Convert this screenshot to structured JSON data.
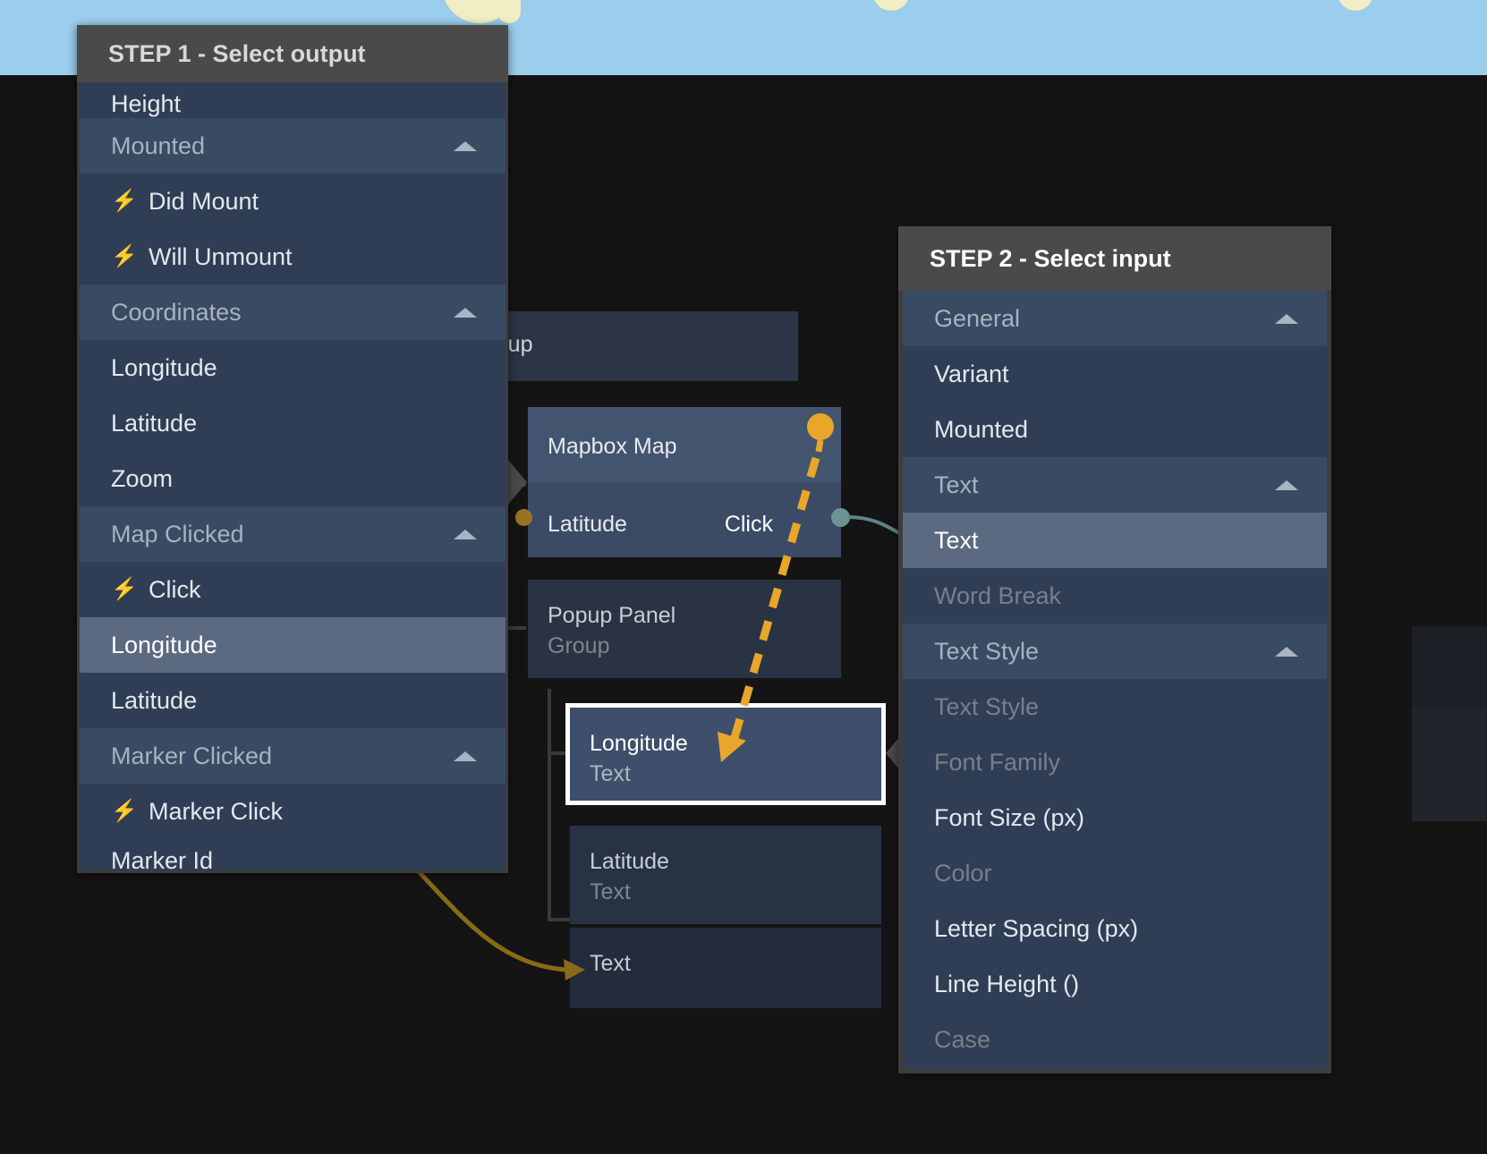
{
  "background": {
    "sky_color": "#9bcdec",
    "canvas_color": "#141414"
  },
  "graph": {
    "nodes": [
      {
        "id": "group",
        "title": "Group",
        "subtitle": ""
      },
      {
        "id": "mapbox",
        "title": "Mapbox Map",
        "subtitle": ""
      },
      {
        "id": "popup",
        "title": "Popup Panel",
        "subtitle": "Group"
      },
      {
        "id": "longitude",
        "title": "Longitude",
        "subtitle": "Text",
        "selected": true
      },
      {
        "id": "latitude",
        "title": "Latitude",
        "subtitle": "Text"
      },
      {
        "id": "text",
        "title": "Text",
        "subtitle": ""
      }
    ],
    "mapbox_ports": {
      "input_label": "Latitude",
      "output_label": "Click",
      "input_port_color": "#9a7224",
      "output_port_color": "#6d9395"
    },
    "connection_arrow_color": "#e8a72a",
    "hint_arrow_color": "#8a6a18"
  },
  "step1": {
    "header": "STEP 1 - Select output",
    "items": [
      {
        "label": "Height",
        "type": "item",
        "clipped": true
      },
      {
        "label": "Mounted",
        "type": "group",
        "caret": true
      },
      {
        "label": "Did Mount",
        "type": "item",
        "icon": "bolt-icon"
      },
      {
        "label": "Will Unmount",
        "type": "item",
        "icon": "bolt-icon"
      },
      {
        "label": "Coordinates",
        "type": "group",
        "caret": true
      },
      {
        "label": "Longitude",
        "type": "item"
      },
      {
        "label": "Latitude",
        "type": "item"
      },
      {
        "label": "Zoom",
        "type": "item"
      },
      {
        "label": "Map Clicked",
        "type": "group",
        "caret": true
      },
      {
        "label": "Click",
        "type": "item",
        "icon": "bolt-icon"
      },
      {
        "label": "Longitude",
        "type": "item",
        "selected": true
      },
      {
        "label": "Latitude",
        "type": "item"
      },
      {
        "label": "Marker Clicked",
        "type": "group",
        "caret": true
      },
      {
        "label": "Marker Click",
        "type": "item",
        "icon": "bolt-icon"
      },
      {
        "label": "Marker Id",
        "type": "item",
        "clipped": true
      }
    ]
  },
  "step2": {
    "header": "STEP 2 - Select input",
    "items": [
      {
        "label": "General",
        "type": "group",
        "caret": true
      },
      {
        "label": "Variant",
        "type": "item"
      },
      {
        "label": "Mounted",
        "type": "item"
      },
      {
        "label": "Text",
        "type": "group",
        "caret": true
      },
      {
        "label": "Text",
        "type": "item",
        "selected": true
      },
      {
        "label": "Word Break",
        "type": "item",
        "disabled": true
      },
      {
        "label": "Text Style",
        "type": "group",
        "caret": true
      },
      {
        "label": "Text Style",
        "type": "item",
        "disabled": true
      },
      {
        "label": "Font Family",
        "type": "item",
        "disabled": true
      },
      {
        "label": "Font Size (px)",
        "type": "item"
      },
      {
        "label": "Color",
        "type": "item",
        "disabled": true
      },
      {
        "label": "Letter Spacing (px)",
        "type": "item"
      },
      {
        "label": "Line Height ()",
        "type": "item"
      },
      {
        "label": "Case",
        "type": "item",
        "disabled": true
      }
    ]
  },
  "icons": {
    "bolt": "⚡",
    "bolt_glyph": "⬆",
    "caret_up": "caret-up-icon"
  }
}
